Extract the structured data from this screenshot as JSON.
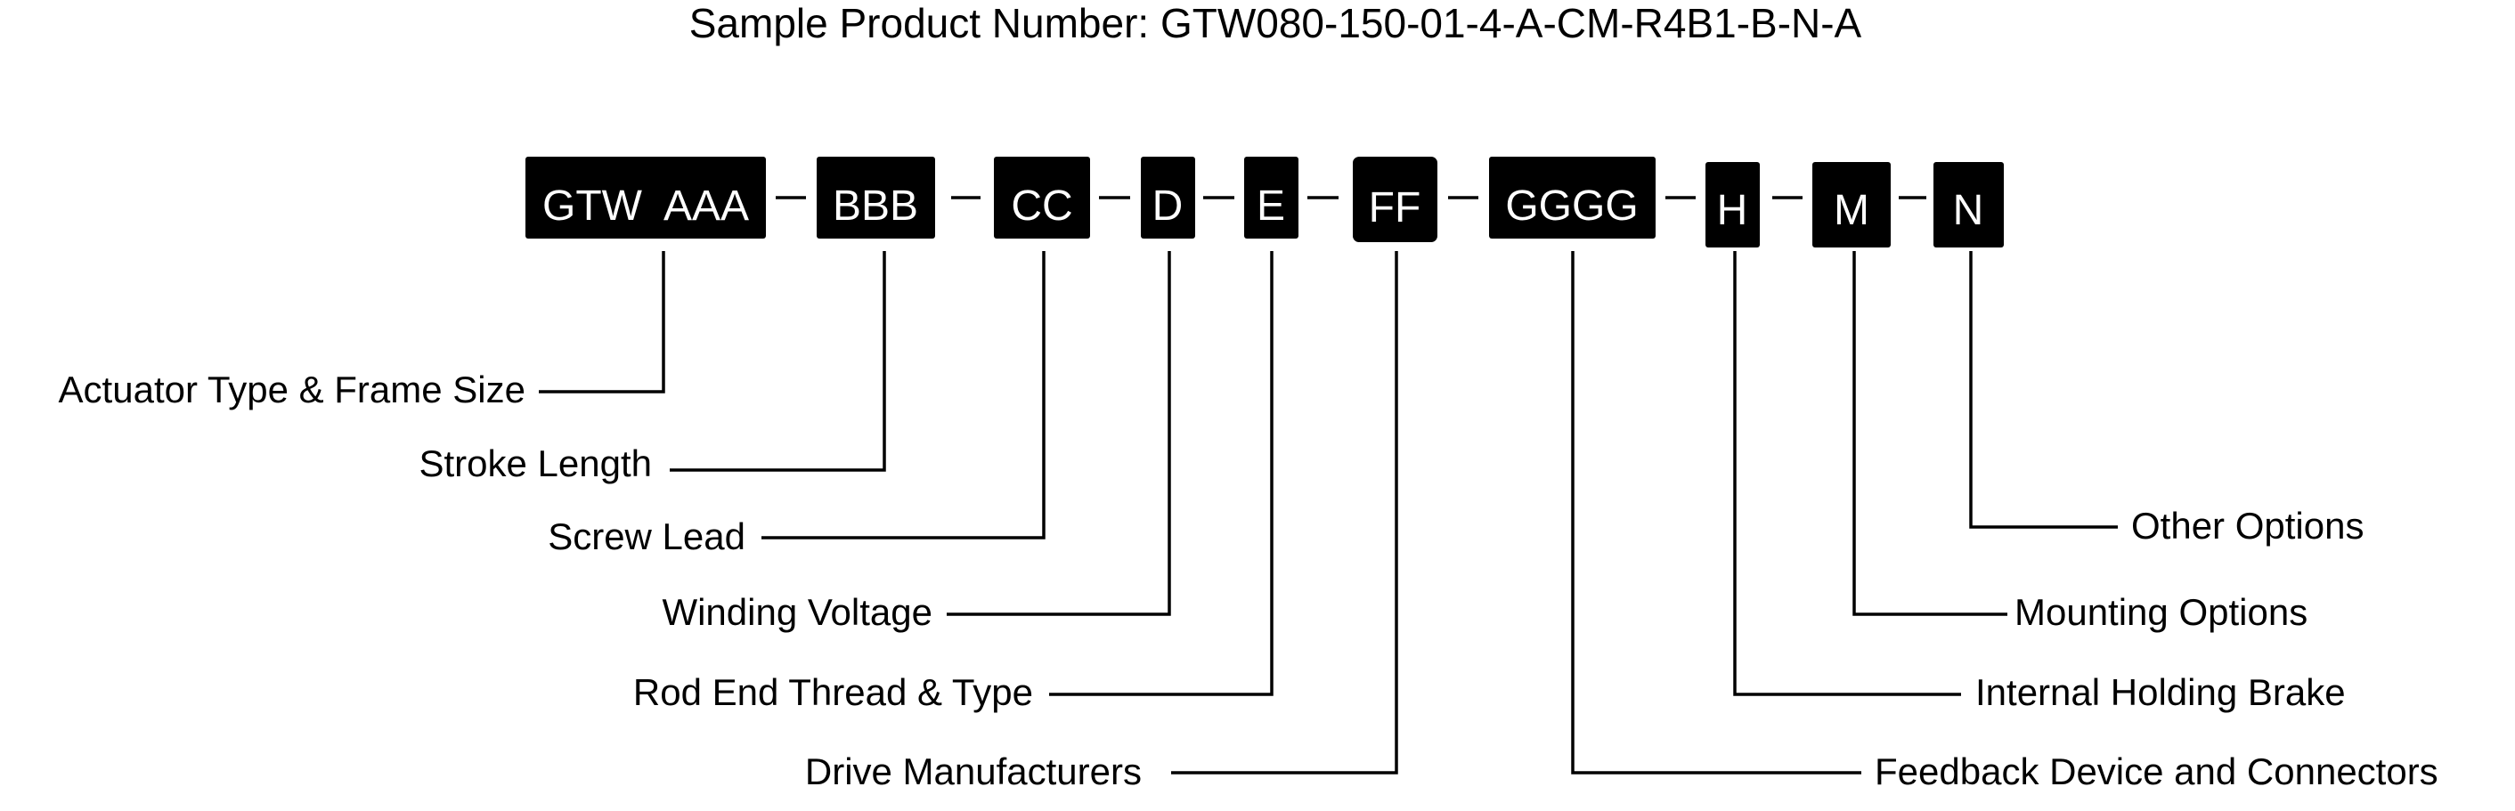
{
  "title": "Sample Product Number: GTW080-150-01-4-A-CM-R4B1-B-N-A",
  "segments": [
    {
      "code": "GTW  AAA",
      "label": "Actuator Type & Frame Size"
    },
    {
      "code": "BBB",
      "label": "Stroke Length"
    },
    {
      "code": "CC",
      "label": "Screw Lead"
    },
    {
      "code": "D",
      "label": "Winding Voltage"
    },
    {
      "code": "E",
      "label": "Rod End Thread & Type"
    },
    {
      "code": "FF",
      "label": "Drive Manufacturers"
    },
    {
      "code": "GGGG",
      "label": "Feedback Device and Connectors"
    },
    {
      "code": "H",
      "label": "Internal Holding Brake"
    },
    {
      "code": "M",
      "label": "Mounting Options"
    },
    {
      "code": "N",
      "label": "Other Options"
    }
  ],
  "separator": "–",
  "colors": {
    "box_fill": "#000000",
    "box_text": "#ffffff",
    "line": "#000000",
    "text": "#000000",
    "background": "#ffffff"
  }
}
